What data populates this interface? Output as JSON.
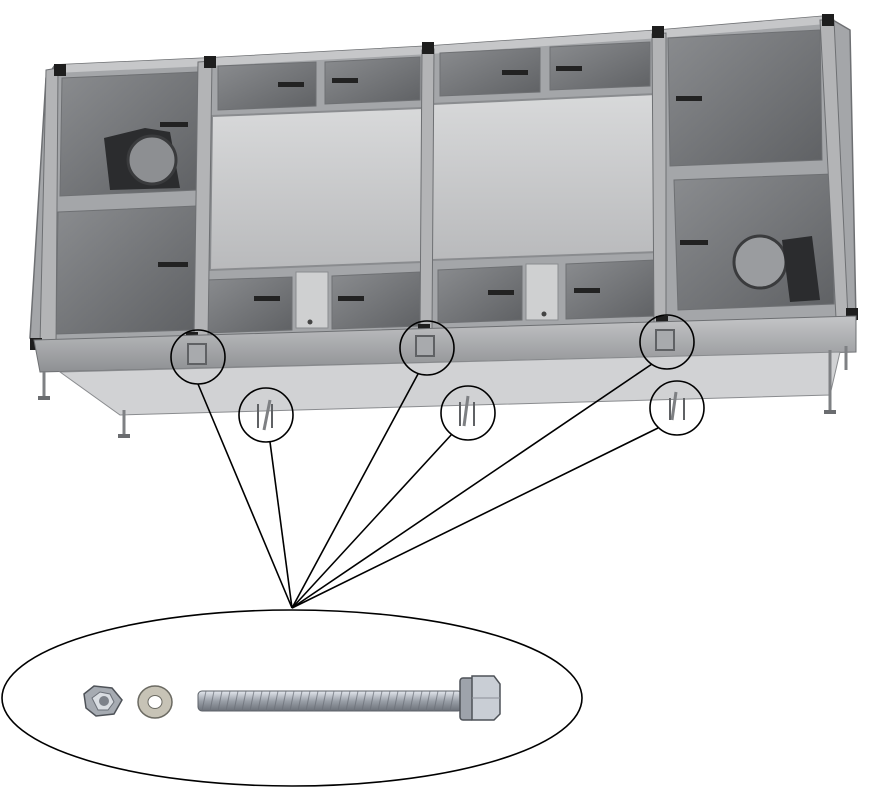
{
  "figure": {
    "subject": "air-handling-unit-assembly",
    "callouts": [
      {
        "id": "foot-1"
      },
      {
        "id": "foot-2"
      },
      {
        "id": "foot-3"
      },
      {
        "id": "foot-4"
      },
      {
        "id": "foot-5"
      },
      {
        "id": "foot-6"
      }
    ],
    "kit_parts": [
      "hex-nut",
      "flat-washer",
      "threaded-bolt"
    ]
  },
  "colors": {
    "frame": "#9a9c9f",
    "frame_dark": "#6e7073",
    "panel_light": "#cfd0d1",
    "panel_glass": "#7b7d80",
    "panel_glass_dark": "#5c5e61",
    "corner": "#1e1e1e",
    "base": "#b5b6b8",
    "leader": "#000000",
    "steel": "#b8bdc4"
  }
}
